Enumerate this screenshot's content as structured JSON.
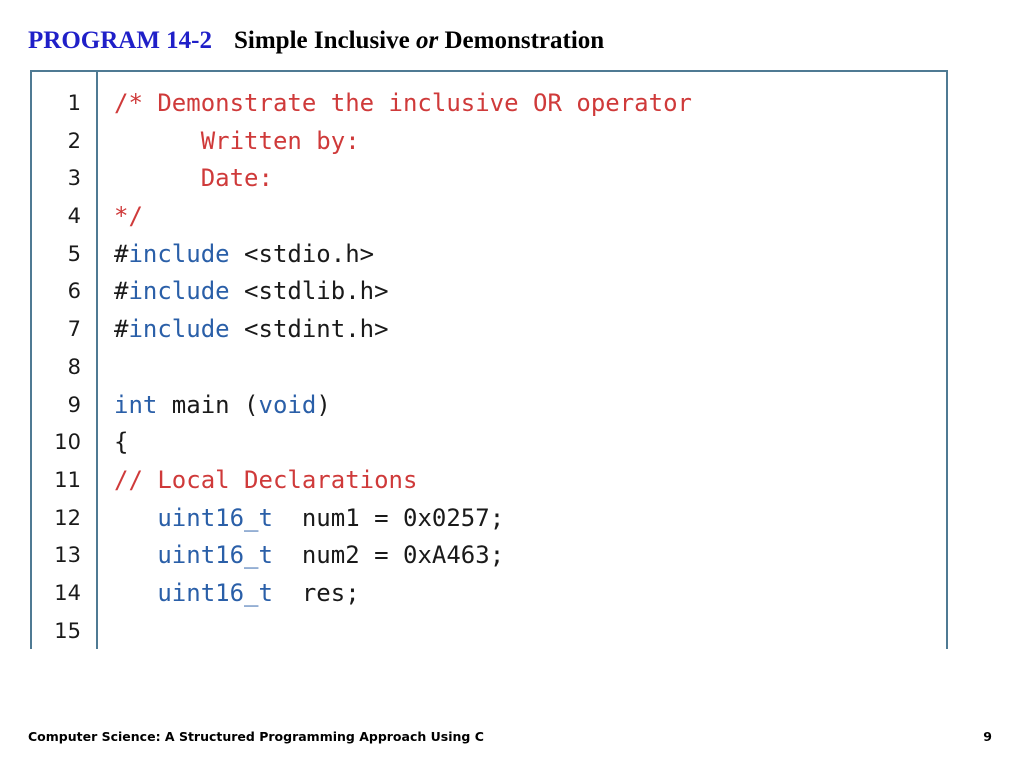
{
  "title": {
    "program_label": "PROGRAM 14-2",
    "description_before": "Simple Inclusive ",
    "description_emphasis": "or",
    "description_after": " Demonstration"
  },
  "colors": {
    "program_label": "#1f1fc8",
    "comment": "#cf3a3a",
    "keyword": "#2a5fa8",
    "code_text": "#1a1a1a",
    "panel_border": "#4f7a93"
  },
  "code": {
    "lines": [
      {
        "number": "1",
        "tokens": [
          {
            "type": "comment",
            "text": "/* Demonstrate the inclusive OR operator"
          }
        ]
      },
      {
        "number": "2",
        "tokens": [
          {
            "type": "comment",
            "text": "      Written by:"
          }
        ]
      },
      {
        "number": "3",
        "tokens": [
          {
            "type": "comment",
            "text": "      Date:"
          }
        ]
      },
      {
        "number": "4",
        "tokens": [
          {
            "type": "comment",
            "text": "*/"
          }
        ]
      },
      {
        "number": "5",
        "tokens": [
          {
            "type": "plain",
            "text": "#"
          },
          {
            "type": "keyword",
            "text": "include"
          },
          {
            "type": "plain",
            "text": " <stdio.h>"
          }
        ]
      },
      {
        "number": "6",
        "tokens": [
          {
            "type": "plain",
            "text": "#"
          },
          {
            "type": "keyword",
            "text": "include"
          },
          {
            "type": "plain",
            "text": " <stdlib.h>"
          }
        ]
      },
      {
        "number": "7",
        "tokens": [
          {
            "type": "plain",
            "text": "#"
          },
          {
            "type": "keyword",
            "text": "include"
          },
          {
            "type": "plain",
            "text": " <stdint.h>"
          }
        ]
      },
      {
        "number": "8",
        "tokens": []
      },
      {
        "number": "9",
        "tokens": [
          {
            "type": "keyword",
            "text": "int"
          },
          {
            "type": "plain",
            "text": " main ("
          },
          {
            "type": "keyword",
            "text": "void"
          },
          {
            "type": "plain",
            "text": ")"
          }
        ]
      },
      {
        "number": "10",
        "tokens": [
          {
            "type": "plain",
            "text": "{"
          }
        ]
      },
      {
        "number": "11",
        "tokens": [
          {
            "type": "comment",
            "text": "// Local Declarations"
          }
        ]
      },
      {
        "number": "12",
        "tokens": [
          {
            "type": "plain",
            "text": "   "
          },
          {
            "type": "keyword",
            "text": "uint16_t"
          },
          {
            "type": "plain",
            "text": "  num1 = 0x0257;"
          }
        ]
      },
      {
        "number": "13",
        "tokens": [
          {
            "type": "plain",
            "text": "   "
          },
          {
            "type": "keyword",
            "text": "uint16_t"
          },
          {
            "type": "plain",
            "text": "  num2 = 0xA463;"
          }
        ]
      },
      {
        "number": "14",
        "tokens": [
          {
            "type": "plain",
            "text": "   "
          },
          {
            "type": "keyword",
            "text": "uint16_t"
          },
          {
            "type": "plain",
            "text": "  res;"
          }
        ]
      },
      {
        "number": "15",
        "tokens": []
      }
    ]
  },
  "footer": {
    "text": "Computer Science: A Structured Programming Approach Using C",
    "page_number": "9"
  }
}
